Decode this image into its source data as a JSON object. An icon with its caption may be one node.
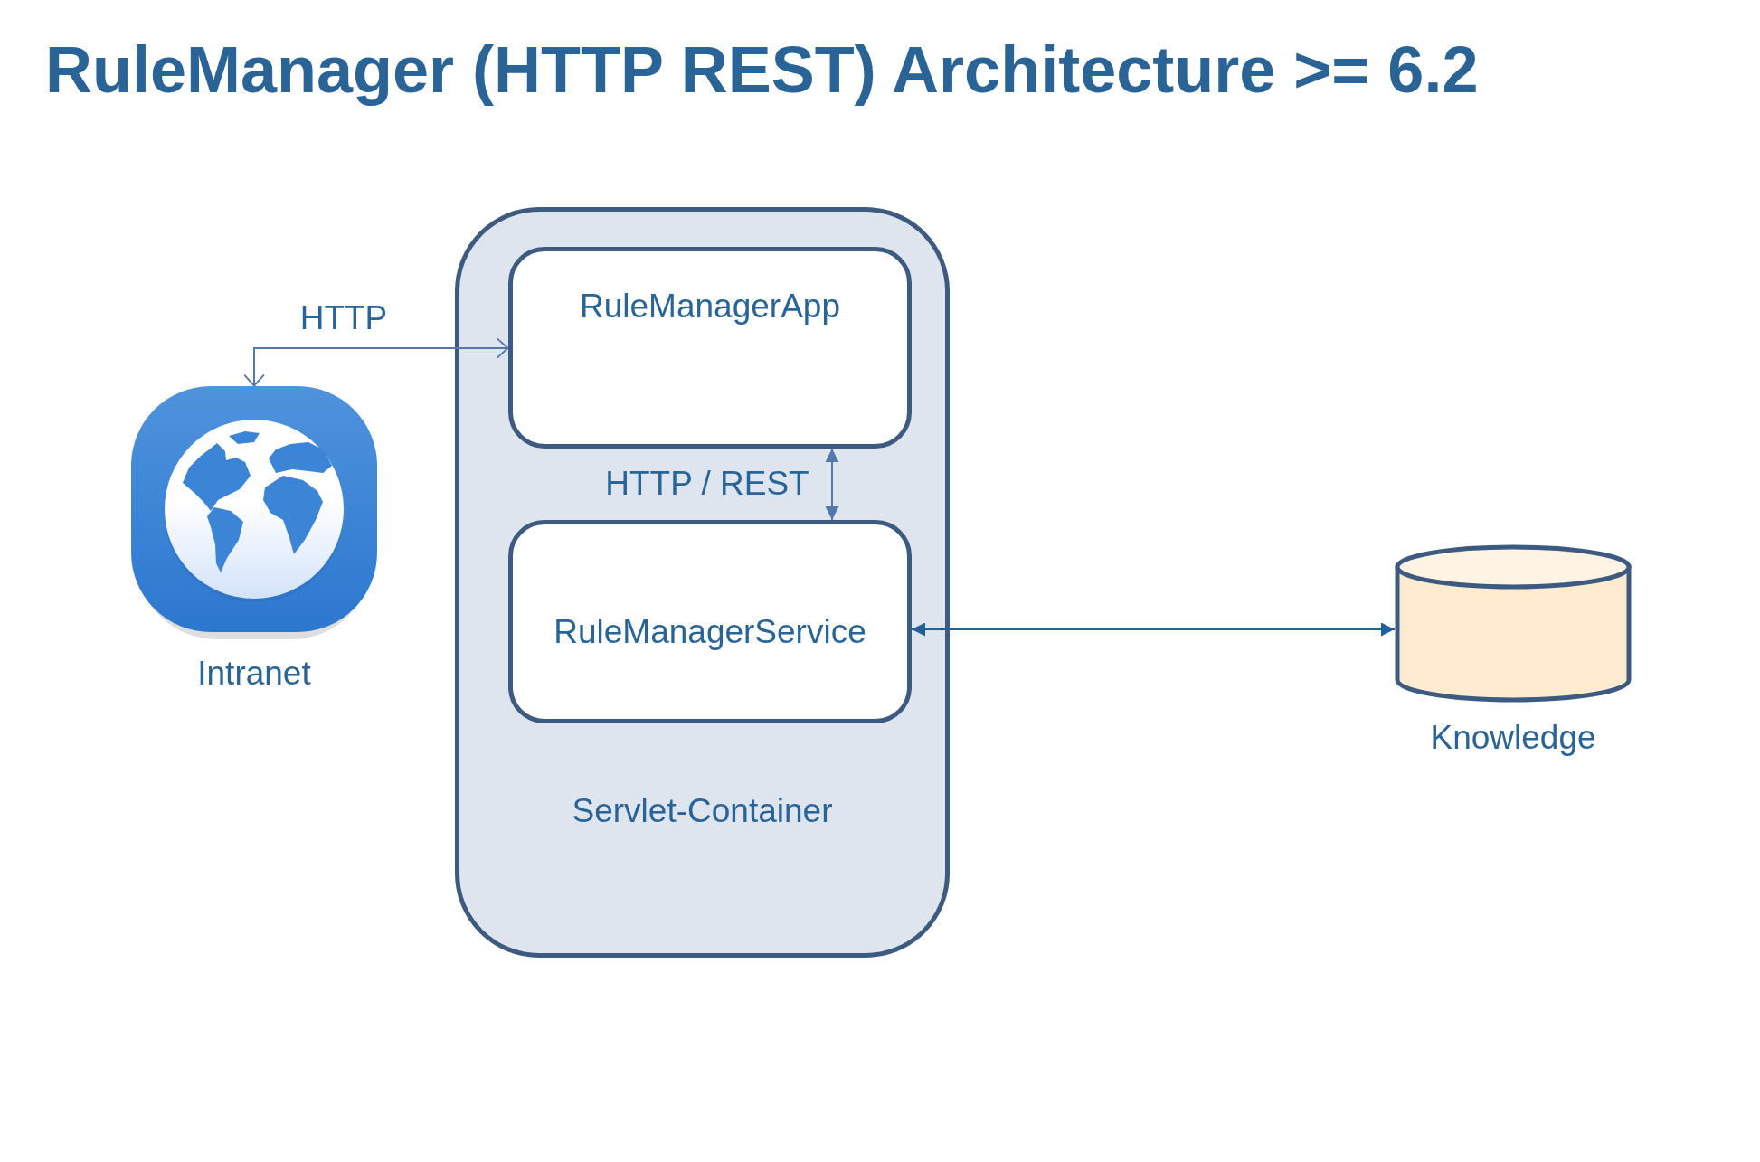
{
  "diagram": {
    "title": "RuleManager (HTTP REST) Architecture >= 6.2",
    "nodes": [
      {
        "text": [
          "Intranet"
        ]
      },
      {
        "text": [
          "Servlet-Container"
        ]
      },
      {
        "text": [
          "RuleManagerApp"
        ],
        "in": 1
      },
      {
        "text": [
          "RuleManagerService"
        ],
        "in": 1
      },
      {
        "text": [
          "Knowledge"
        ]
      }
    ],
    "edges": [
      {
        "from": 0,
        "to": 2,
        "arrow": "both",
        "label": "HTTP"
      },
      {
        "from": 2,
        "to": 3,
        "arrow": "both",
        "label": "HTTP / REST"
      },
      {
        "from": 3,
        "to": 4,
        "arrow": "both",
        "color": "#22609a"
      }
    ]
  }
}
